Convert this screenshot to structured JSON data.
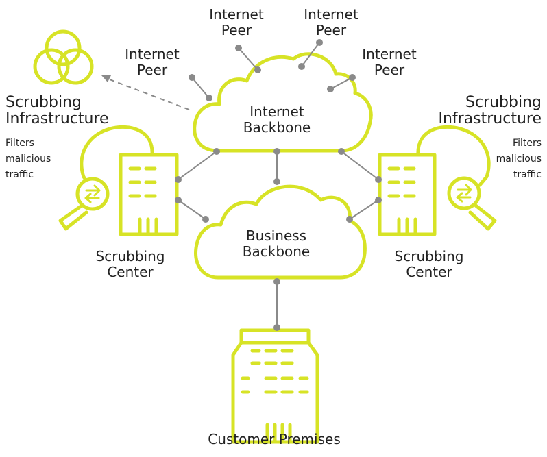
{
  "colors": {
    "accent": "#d7e326",
    "link": "#8a8a8a",
    "node": "#8a8a8a",
    "text": "#222222"
  },
  "peers": [
    {
      "line1": "Internet",
      "line2": "Peer"
    },
    {
      "line1": "Internet",
      "line2": "Peer"
    },
    {
      "line1": "Internet",
      "line2": "Peer"
    },
    {
      "line1": "Internet",
      "line2": "Peer"
    }
  ],
  "internet_backbone": {
    "line1": "Internet",
    "line2": "Backbone"
  },
  "business_backbone": {
    "line1": "Business",
    "line2": "Backbone"
  },
  "scrubbing_infra_left": {
    "line1": "Scrubbing",
    "line2": "Infrastructure",
    "desc1": "Filters",
    "desc2": "malicious",
    "desc3": "traffic"
  },
  "scrubbing_infra_right": {
    "line1": "Scrubbing",
    "line2": "Infrastructure",
    "desc1": "Filters",
    "desc2": "malicious",
    "desc3": "traffic"
  },
  "center_left": {
    "line1": "Scrubbing",
    "line2": "Center"
  },
  "center_right": {
    "line1": "Scrubbing",
    "line2": "Center"
  },
  "customer": {
    "label": "Customer Premises"
  },
  "icons": {
    "venn": "venn-circles-icon",
    "magnifier": "magnifier-swap-icon",
    "building": "building-icon"
  }
}
